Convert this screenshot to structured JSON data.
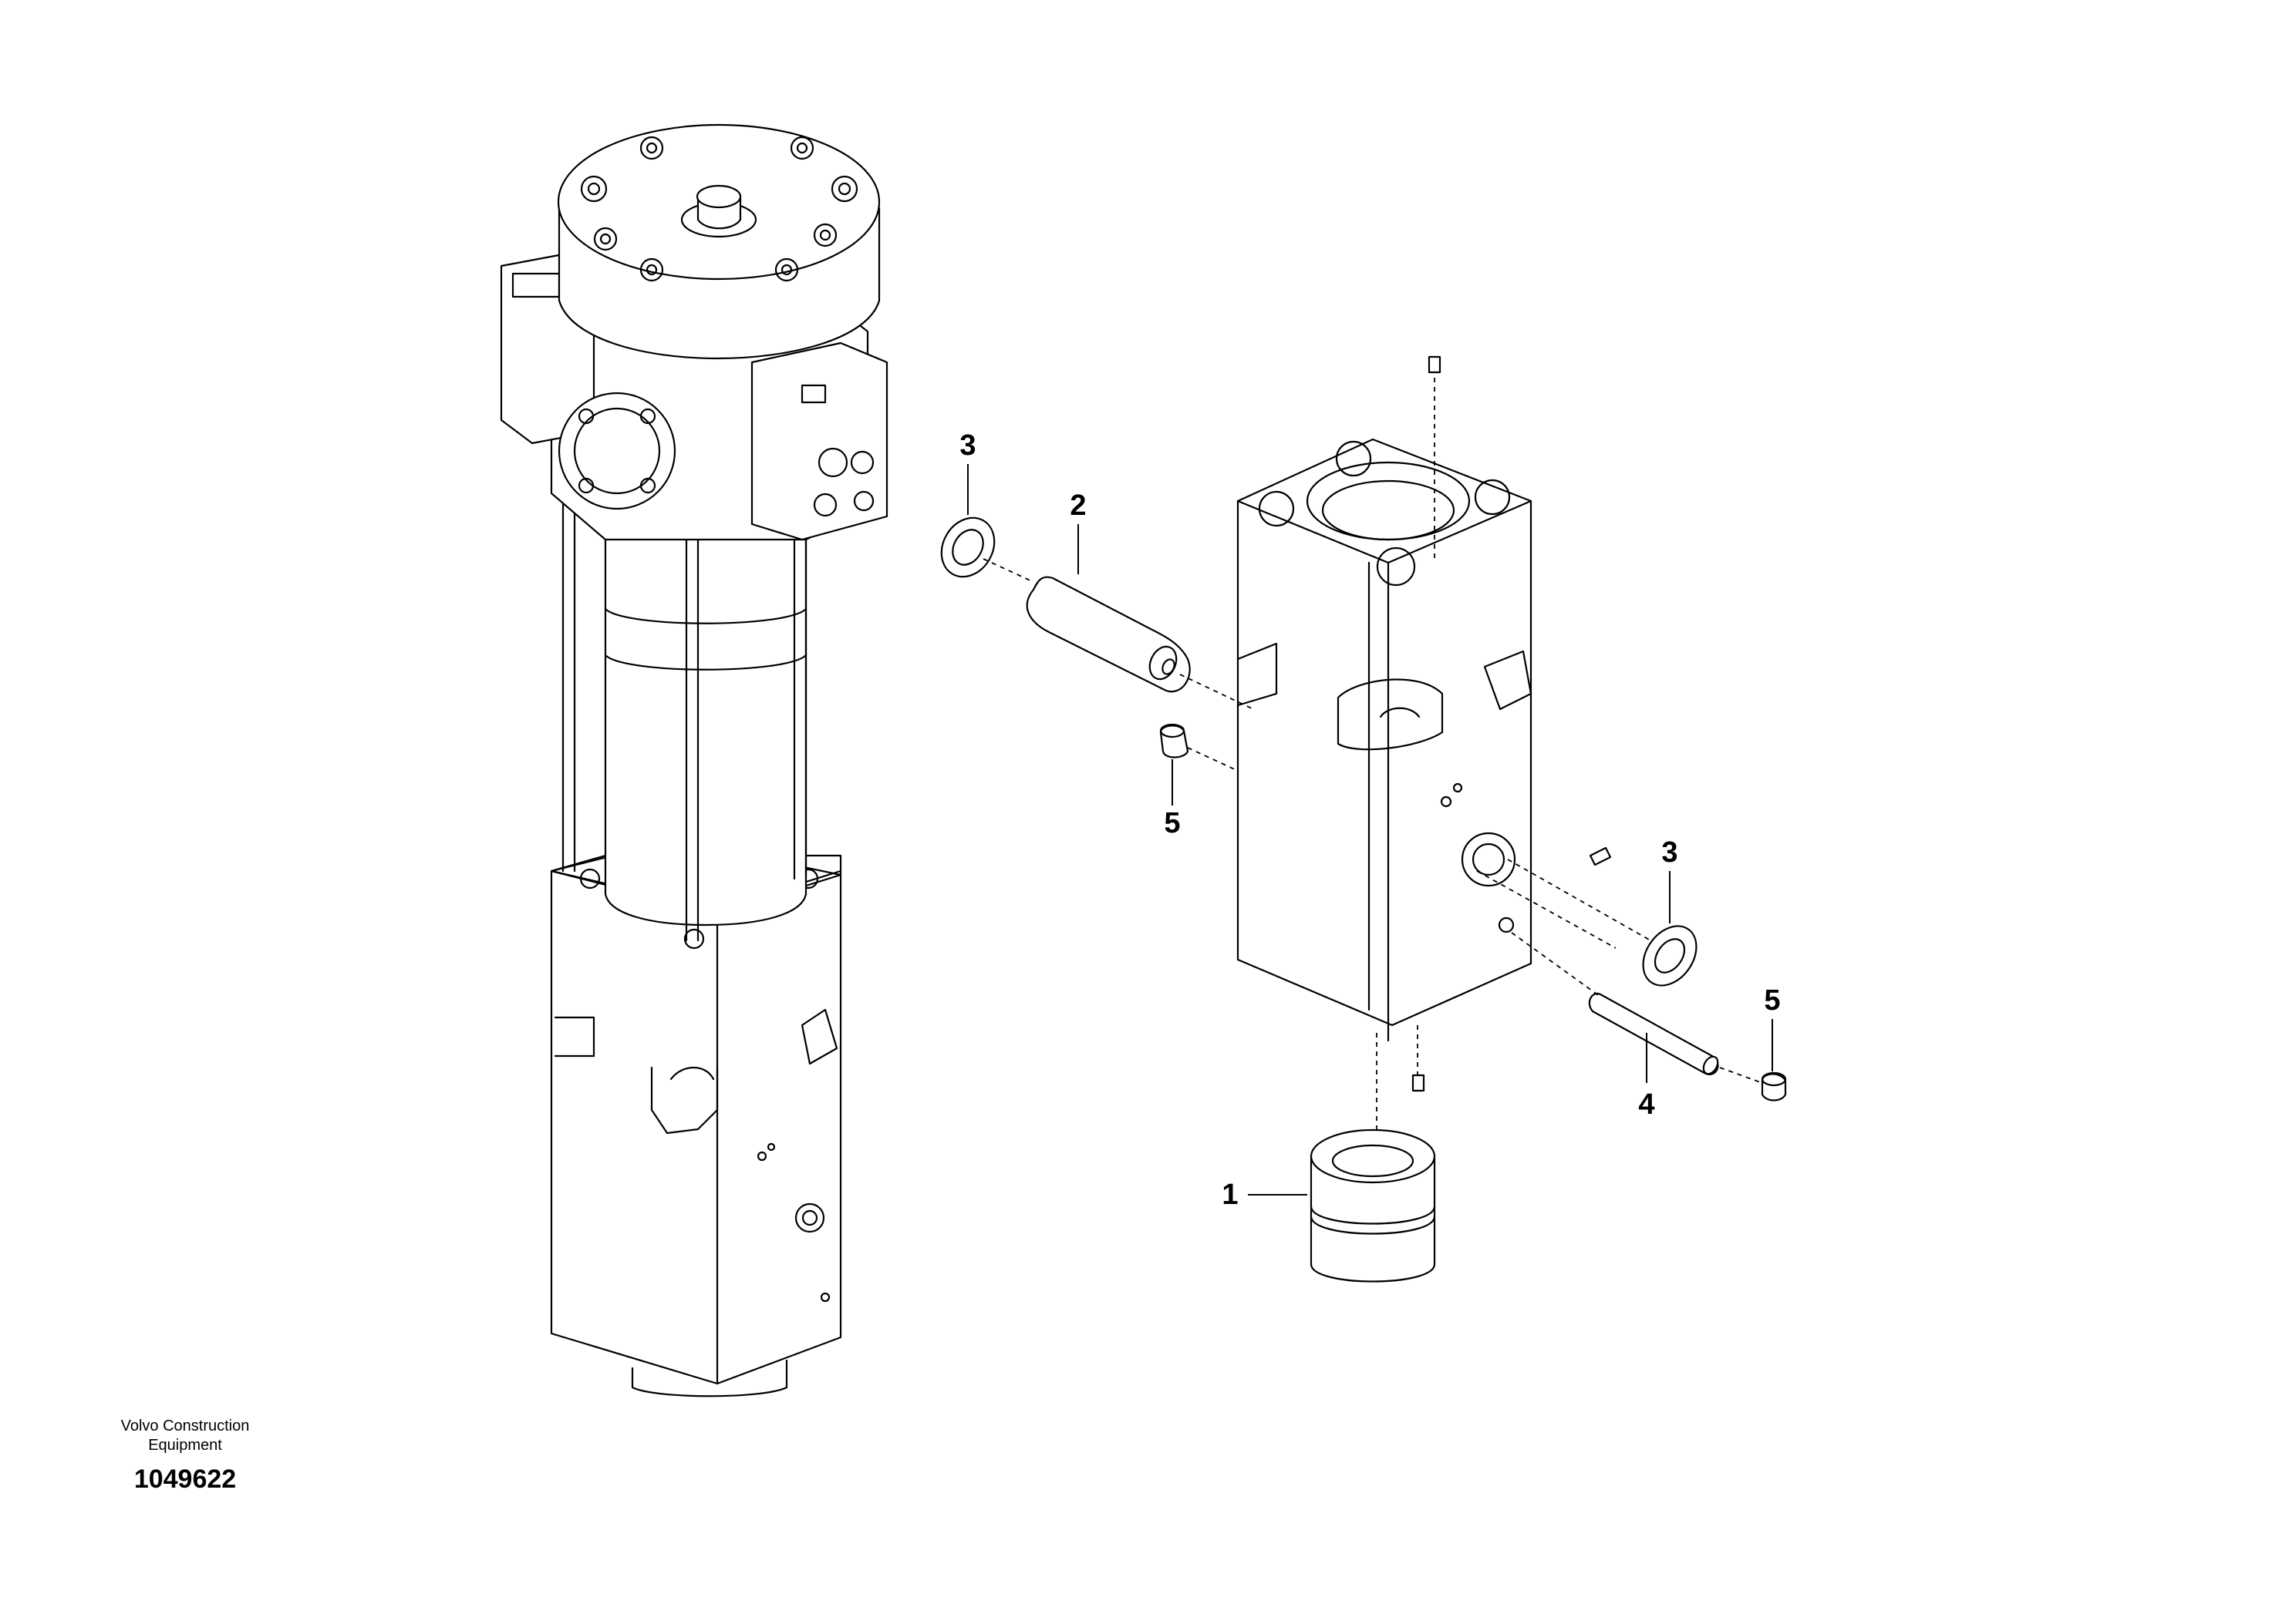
{
  "callouts": [
    {
      "id": "c1",
      "label": "1"
    },
    {
      "id": "c2",
      "label": "2"
    },
    {
      "id": "c3a",
      "label": "3"
    },
    {
      "id": "c3b",
      "label": "3"
    },
    {
      "id": "c4",
      "label": "4"
    },
    {
      "id": "c5a",
      "label": "5"
    },
    {
      "id": "c5b",
      "label": "5"
    }
  ],
  "footer": {
    "brand_line1": "Volvo Construction",
    "brand_line2": "Equipment",
    "doc_number": "1049622"
  }
}
